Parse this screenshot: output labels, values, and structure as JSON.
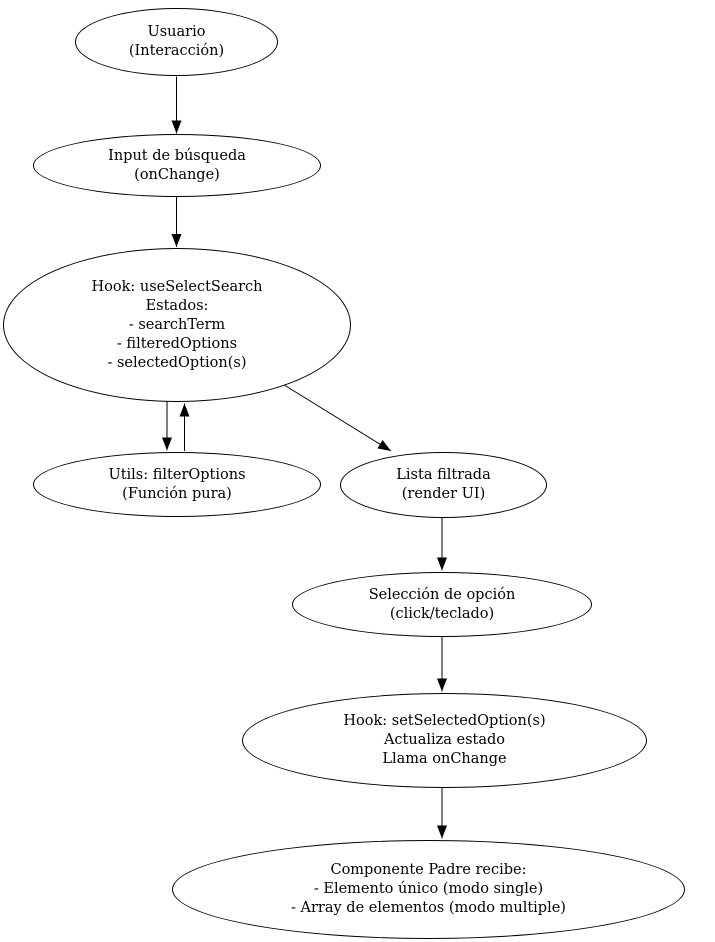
{
  "colors": {
    "background": "#ffffff",
    "stroke": "#000000",
    "text": "#000000"
  },
  "nodes": {
    "usuario": {
      "lines": [
        "Usuario",
        "(Interacción)"
      ]
    },
    "input": {
      "lines": [
        "Input de búsqueda",
        "(onChange)"
      ]
    },
    "hook": {
      "lines": [
        "Hook: useSelectSearch",
        "Estados:",
        "- searchTerm",
        "- filteredOptions",
        "- selectedOption(s)"
      ]
    },
    "utils": {
      "lines": [
        "Utils: filterOptions",
        "(Función pura)"
      ]
    },
    "lista": {
      "lines": [
        "Lista filtrada",
        "(render UI)"
      ]
    },
    "seleccion": {
      "lines": [
        "Selección de opción",
        "(click/teclado)"
      ]
    },
    "hookset": {
      "lines": [
        "Hook: setSelectedOption(s)",
        "Actualiza estado",
        "Llama onChange"
      ]
    },
    "componente": {
      "lines": [
        "Componente Padre recibe:",
        "- Elemento único (modo single)",
        "- Array de elementos (modo multiple)"
      ]
    }
  },
  "edges": [
    {
      "from": "usuario",
      "to": "input"
    },
    {
      "from": "input",
      "to": "hook"
    },
    {
      "from": "hook",
      "to": "utils"
    },
    {
      "from": "utils",
      "to": "hook"
    },
    {
      "from": "hook",
      "to": "lista"
    },
    {
      "from": "lista",
      "to": "seleccion"
    },
    {
      "from": "seleccion",
      "to": "hookset"
    },
    {
      "from": "hookset",
      "to": "componente"
    }
  ]
}
